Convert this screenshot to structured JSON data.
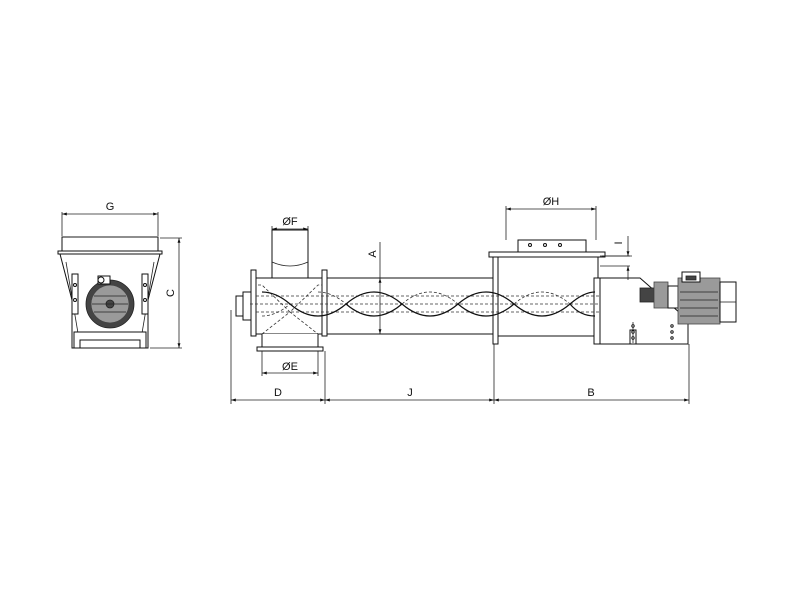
{
  "labels": {
    "G": "G",
    "C": "C",
    "F": "ØF",
    "E": "ØE",
    "A": "A",
    "H": "ØH",
    "I": "I",
    "D": "D",
    "J": "J",
    "B": "B"
  },
  "colors": {
    "line": "#111111",
    "background": "#ffffff",
    "motor_fill": "#9a9a9a"
  }
}
